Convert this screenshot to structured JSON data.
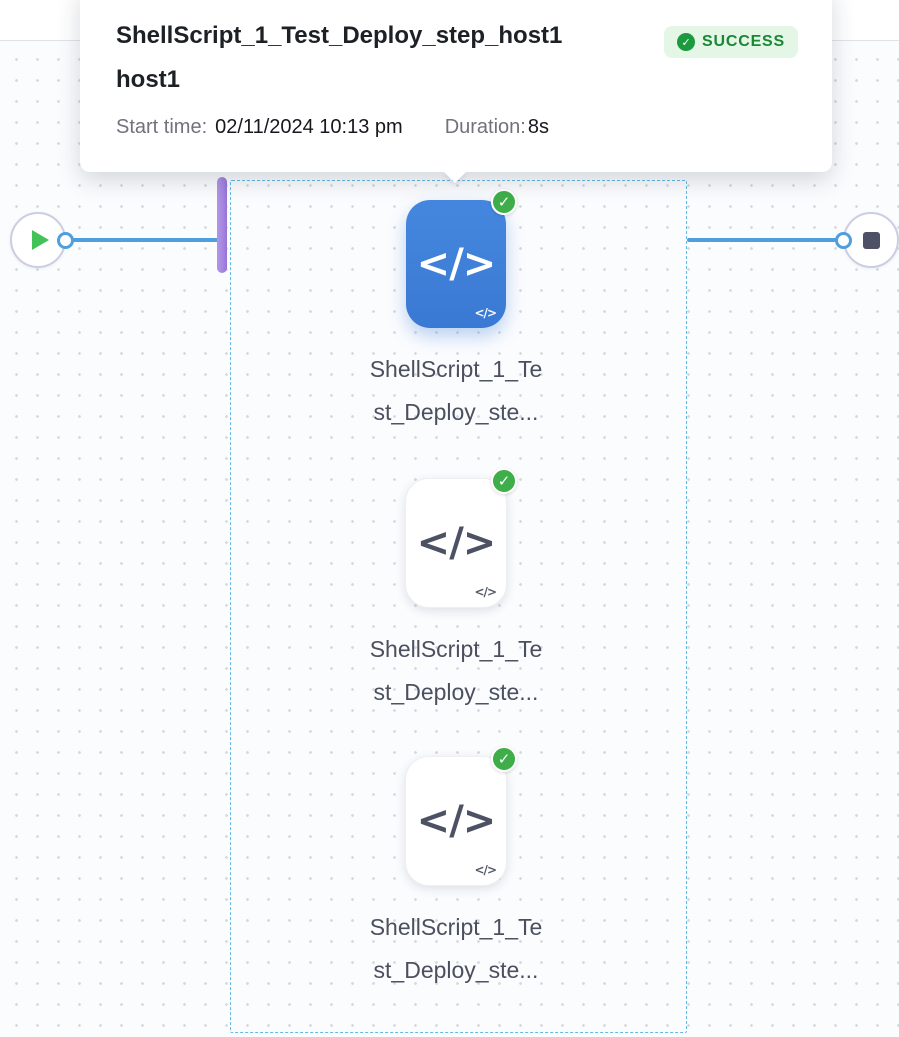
{
  "canvas": {
    "bg": "#fbfcfe",
    "grid_dot_color": "#d6dae1"
  },
  "tooltip": {
    "title_lines": [
      "ShellScript_1_Test_Deploy_step_host1",
      "host1"
    ],
    "status_badge": "SUCCESS",
    "start_time_label": "Start time:",
    "start_time_value": "02/11/2024 10:13 pm",
    "duration_label": "Duration:",
    "duration_value": "8s"
  },
  "steps": [
    {
      "label_lines": [
        "ShellScript_1_Te",
        "st_Deploy_ste..."
      ],
      "status": "success",
      "selected": true
    },
    {
      "label_lines": [
        "ShellScript_1_Te",
        "st_Deploy_ste..."
      ],
      "status": "success",
      "selected": false
    },
    {
      "label_lines": [
        "ShellScript_1_Te",
        "st_Deploy_ste..."
      ],
      "status": "success",
      "selected": false
    }
  ],
  "icons": {
    "code_glyph": "</>",
    "check": "✓"
  },
  "colors": {
    "accent_blue": "#3d7ed8",
    "edge_blue": "#4f9ede",
    "success_green": "#3fae4a",
    "badge_bg": "#e4f6e6",
    "badge_text": "#1a8735",
    "purple_bar": "#a182de",
    "dashed_border": "#65b9e3"
  }
}
